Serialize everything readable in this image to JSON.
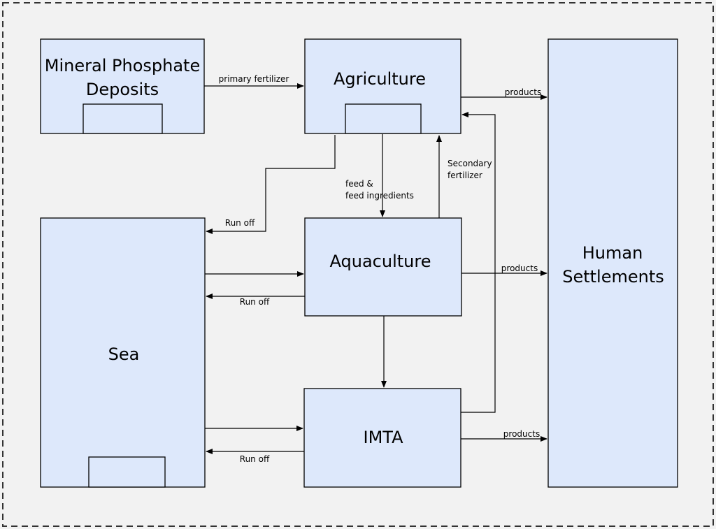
{
  "nodes": {
    "mineral": {
      "line1": "Mineral Phosphate",
      "line2": "Deposits"
    },
    "agriculture": {
      "title": "Agriculture"
    },
    "human": {
      "line1": "Human",
      "line2": "Settlements"
    },
    "sea": {
      "title": "Sea"
    },
    "aquaculture": {
      "title": "Aquaculture"
    },
    "imta": {
      "title": "IMTA"
    }
  },
  "edges": {
    "primary_fertilizer": "primary fertilizer",
    "agri_products": "products",
    "aqua_products": "products",
    "imta_products": "products",
    "runoff_agri": "Run off",
    "runoff_aqua": "Run off",
    "runoff_imta": "Run off",
    "feed_line1": "feed &",
    "feed_line2": "feed ingredients",
    "secondary_line1": "Secondary",
    "secondary_line2": "fertilizer"
  },
  "colors": {
    "node_fill": "#dde8fb",
    "background": "#f2f2f2"
  }
}
